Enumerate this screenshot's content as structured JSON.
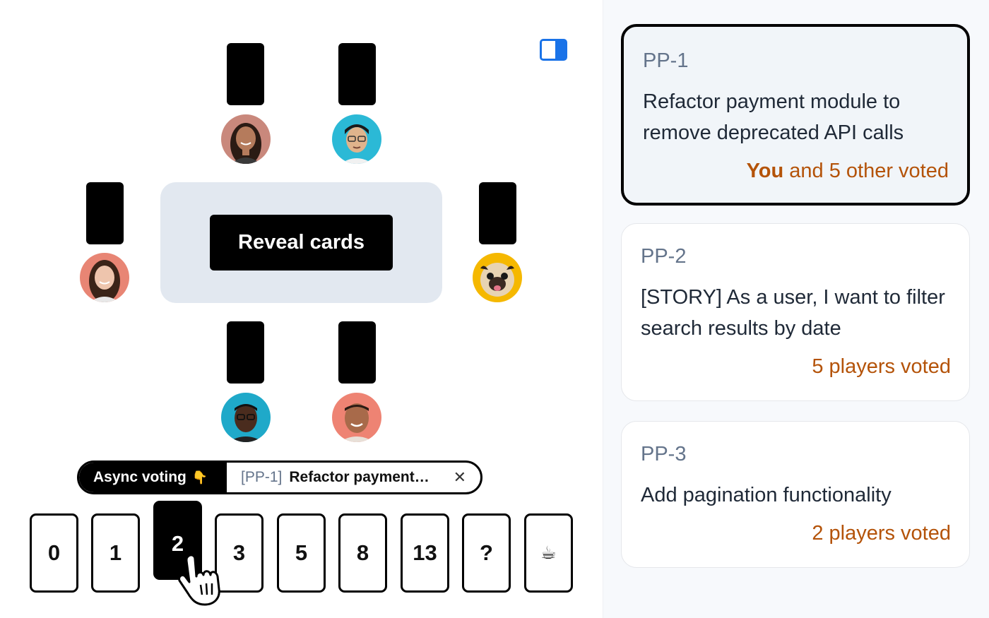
{
  "table": {
    "reveal_label": "Reveal cards"
  },
  "async": {
    "label": "Async voting",
    "hand_icon": "👇",
    "story_key": "[PP-1]",
    "story_title": "Refactor payment…",
    "close_icon": "✕"
  },
  "deck": [
    "0",
    "1",
    "2",
    "3",
    "5",
    "8",
    "13",
    "?",
    "☕"
  ],
  "selected_card": "2",
  "stories": [
    {
      "key": "PP-1",
      "title": "Refactor payment module to remove deprecated API calls",
      "votes_you": "You",
      "votes_rest": " and 5 other voted",
      "active": true
    },
    {
      "key": "PP-2",
      "title": "[STORY] As a user, I want to filter search results by date",
      "votes_rest": "5 players voted",
      "active": false
    },
    {
      "key": "PP-3",
      "title": "Add pagination functionality",
      "votes_rest": "2 players voted",
      "active": false
    }
  ],
  "colors": {
    "accent": "#1a73e8",
    "vote_text": "#b45309",
    "table": "#e2e8f0"
  }
}
